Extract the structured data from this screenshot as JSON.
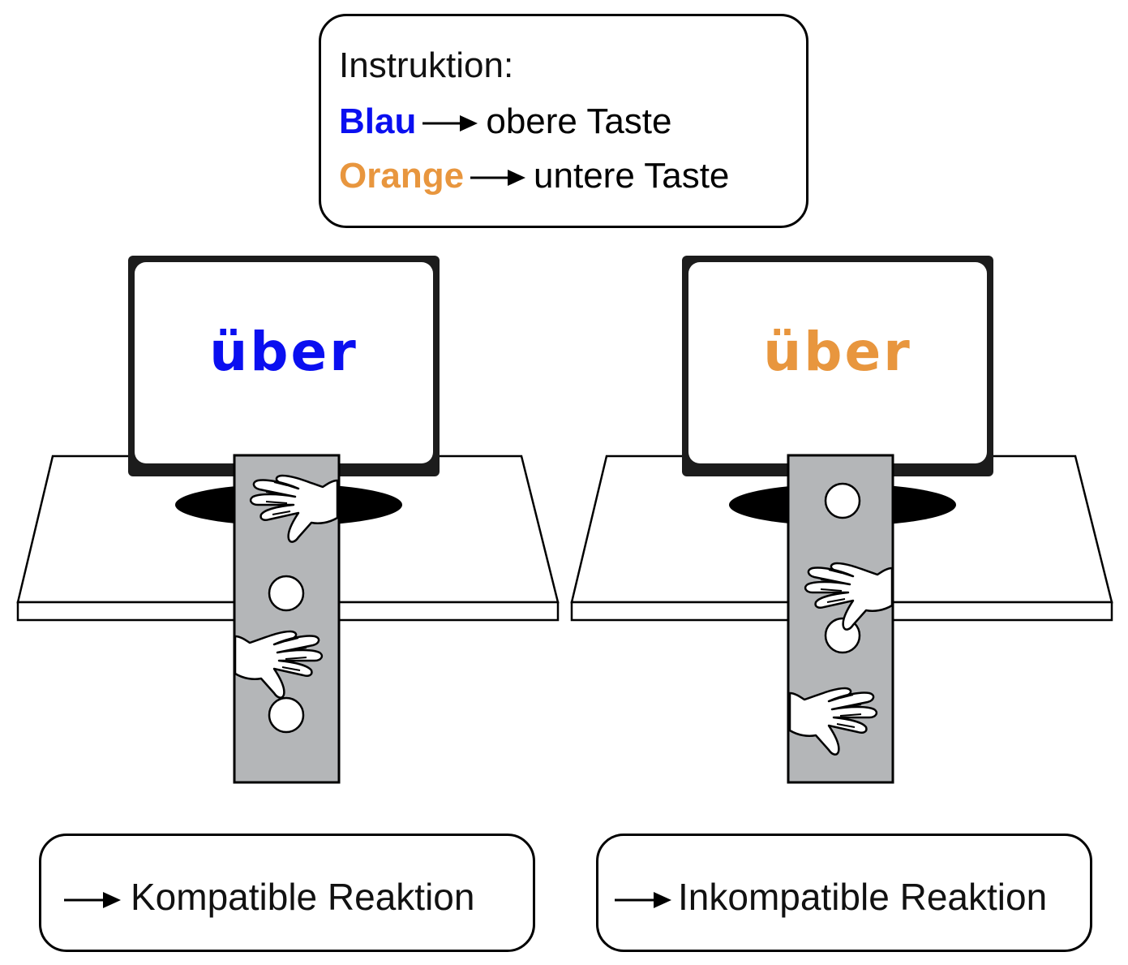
{
  "instruction": {
    "title": "Instruktion:",
    "rules": [
      {
        "color_word": "Blau",
        "color_hex": "#0a0ff0",
        "target": "obere Taste"
      },
      {
        "color_word": "Orange",
        "color_hex": "#e8963e",
        "target": "untere Taste"
      }
    ]
  },
  "panels": [
    {
      "word": "über",
      "word_color": "#0a0ff0",
      "result": "Kompatible Reaktion"
    },
    {
      "word": "über",
      "word_color": "#e8963e",
      "result": "Inkompatible Reaktion"
    }
  ],
  "colors": {
    "panel_gray": "#b4b6b8",
    "frame": "#1c1c1c",
    "ink": "#000000"
  },
  "icons": [
    "arrow-right-icon",
    "hand-icon",
    "key-button-icon"
  ]
}
